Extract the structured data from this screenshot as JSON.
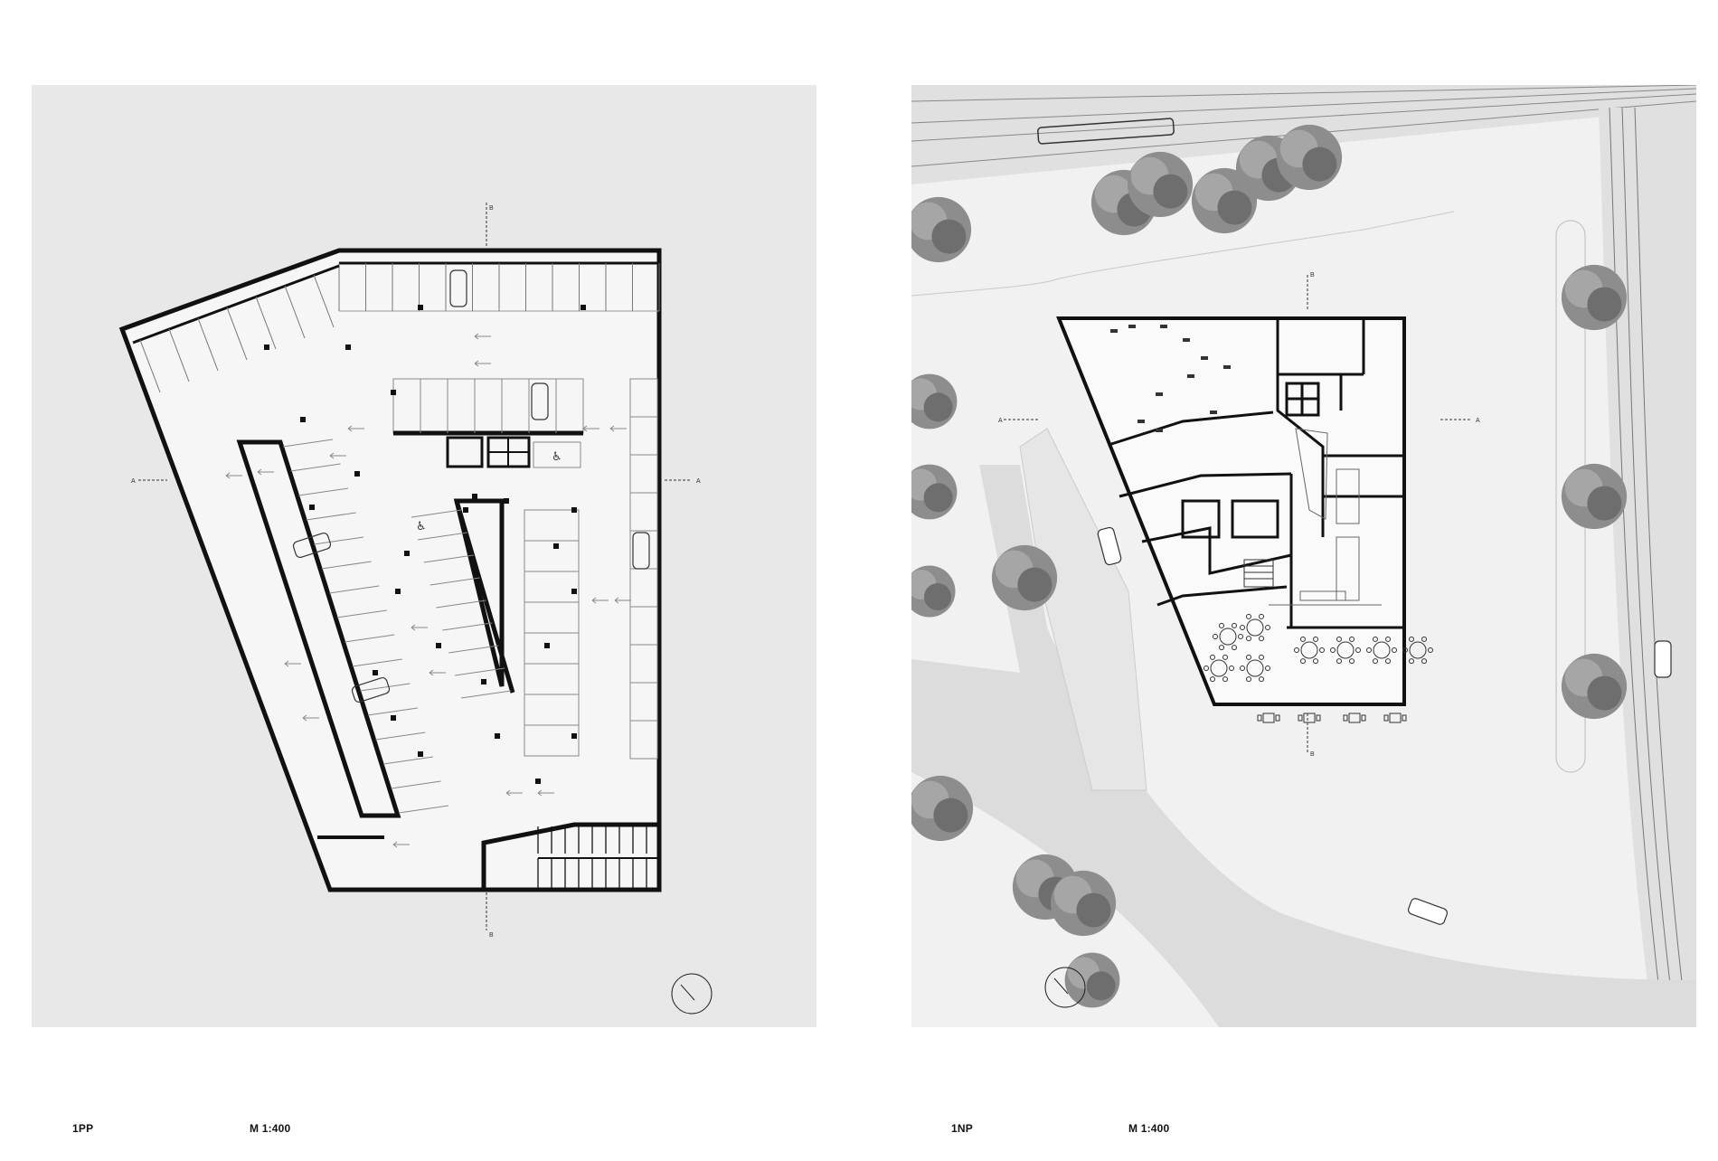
{
  "plans": [
    {
      "id": "basement",
      "title": "1PP",
      "scale": "M 1:400",
      "section_marks": {
        "a_left": "A",
        "a_right": "A",
        "b_top": "B",
        "b_bottom": "B"
      }
    },
    {
      "id": "ground",
      "title": "1NP",
      "scale": "M 1:400",
      "section_marks": {
        "a_left": "A",
        "a_right": "A",
        "b_top": "B",
        "b_bottom": "B"
      }
    }
  ],
  "colors": {
    "page_background": "#ffffff",
    "plan_background": "#e8e8e8",
    "floor_fill": "#f6f6f6",
    "street_fill": "#dcdcdc",
    "wall": "#111111",
    "tree": "#7c7c7c"
  },
  "icons": [
    "car-icon",
    "wheelchair-icon",
    "tree-icon",
    "north-arrow-icon",
    "section-marker-icon",
    "tram-icon",
    "stair-icon",
    "table-icon"
  ]
}
